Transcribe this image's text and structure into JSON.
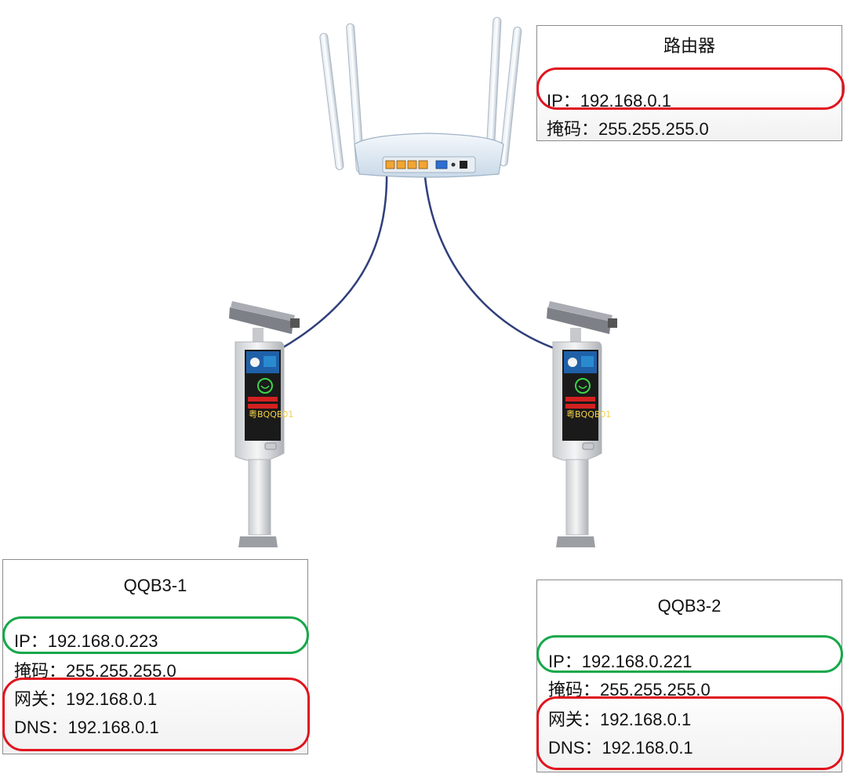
{
  "router": {
    "title": "路由器",
    "ip": "IP：192.168.0.1",
    "mask": "掩码：255.255.255.0"
  },
  "devices": [
    {
      "name": "QQB3-1",
      "ip": "IP：192.168.0.223",
      "mask": "掩码：255.255.255.0",
      "gateway": "网关：192.168.0.1",
      "dns": "DNS：192.168.0.1",
      "screen_plate": "粤BQQB01"
    },
    {
      "name": "QQB3-2",
      "ip": "IP：192.168.0.221",
      "mask": "掩码：255.255.255.0",
      "gateway": "网关：192.168.0.1",
      "dns": "DNS：192.168.0.1",
      "screen_plate": "粤BQQB01"
    }
  ],
  "colors": {
    "highlight_red": "#e0141e",
    "highlight_green": "#17a84a",
    "cable": "#2f3f7a",
    "router_body": "#dfe9f3",
    "lan_port": "#f2a531",
    "wan_port": "#2e6fd0"
  },
  "icons": [
    "router-icon",
    "camera-pole-icon",
    "network-cable"
  ]
}
